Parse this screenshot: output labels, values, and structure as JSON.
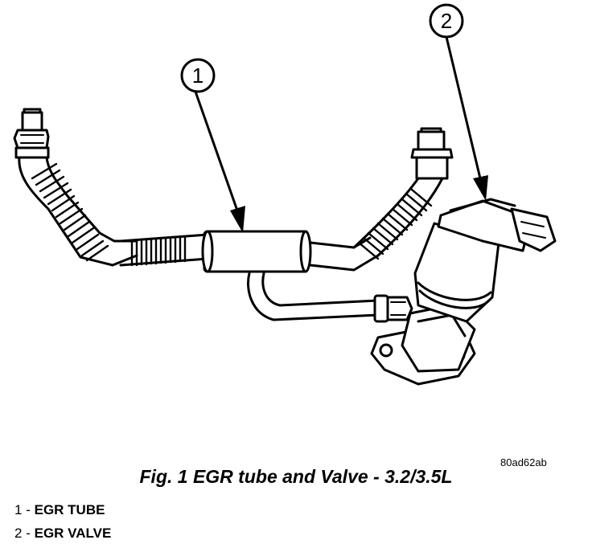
{
  "callouts": [
    {
      "number": "1"
    },
    {
      "number": "2"
    }
  ],
  "figure_id": "80ad62ab",
  "caption": "Fig. 1 EGR tube and Valve - 3.2/3.5L",
  "legend": [
    {
      "number": "1",
      "separator": "-",
      "label": "EGR TUBE"
    },
    {
      "number": "2",
      "separator": "-",
      "label": "EGR VALVE"
    }
  ]
}
